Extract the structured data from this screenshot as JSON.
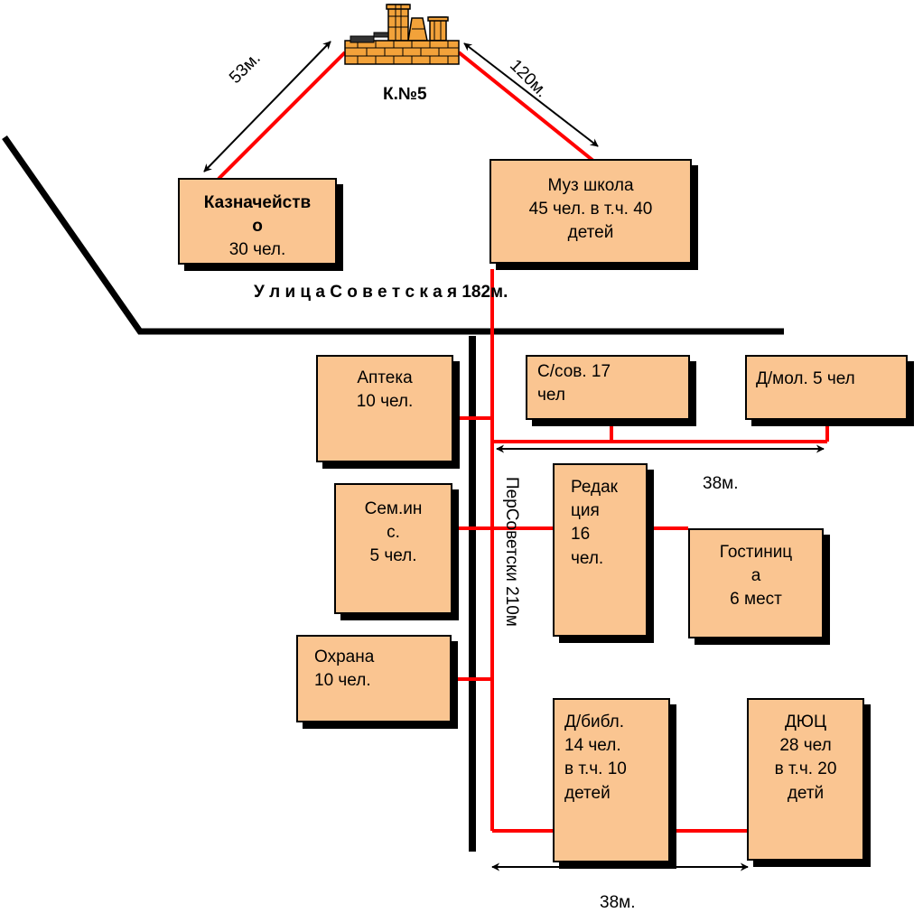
{
  "boiler": {
    "label": "К.№5"
  },
  "street": {
    "label": "У л и ц а С о в е т с к а я 182м."
  },
  "lane": {
    "label": "ПерСоветски 210м"
  },
  "distances": {
    "to_treasury": "53м.",
    "to_music_school": "120м.",
    "upper_span": "38м.",
    "lower_span": "38м."
  },
  "buildings": {
    "treasury": {
      "line1": "Казначейств",
      "line2": "о",
      "line3": "30 чел."
    },
    "music_school": {
      "line1": "Муз школа",
      "line2": "45 чел. в т.ч. 40",
      "line3": "детей"
    },
    "pharmacy": {
      "line1": "Аптека",
      "line2": "10 чел."
    },
    "village_council": {
      "line1": "С/сов.  17",
      "line2": "чел"
    },
    "youth_house": {
      "line1": "Д/мол. 5 чел"
    },
    "seed_inspection": {
      "line1": "Сем.ин",
      "line2": "с.",
      "line3": "5 чел."
    },
    "editorial": {
      "line1": "Редак",
      "line2": "ция",
      "line3": "16",
      "line4": "чел."
    },
    "hotel": {
      "line1": "Гостиниц",
      "line2": "а",
      "line3": "6 мест"
    },
    "security": {
      "line1": "Охрана",
      "line2": "10 чел."
    },
    "children_library": {
      "line1": "Д/библ.",
      "line2": "14 чел.",
      "line3": "в т.ч. 10",
      "line4": "детей"
    },
    "youth_center": {
      "line1": "ДЮЦ",
      "line2": "28 чел",
      "line3": "в т.ч. 20",
      "line4": "детй"
    }
  },
  "colors": {
    "pipe": "#ff0000",
    "box_fill": "#fac591",
    "brick": "#f2a23a",
    "road": "#000000"
  }
}
